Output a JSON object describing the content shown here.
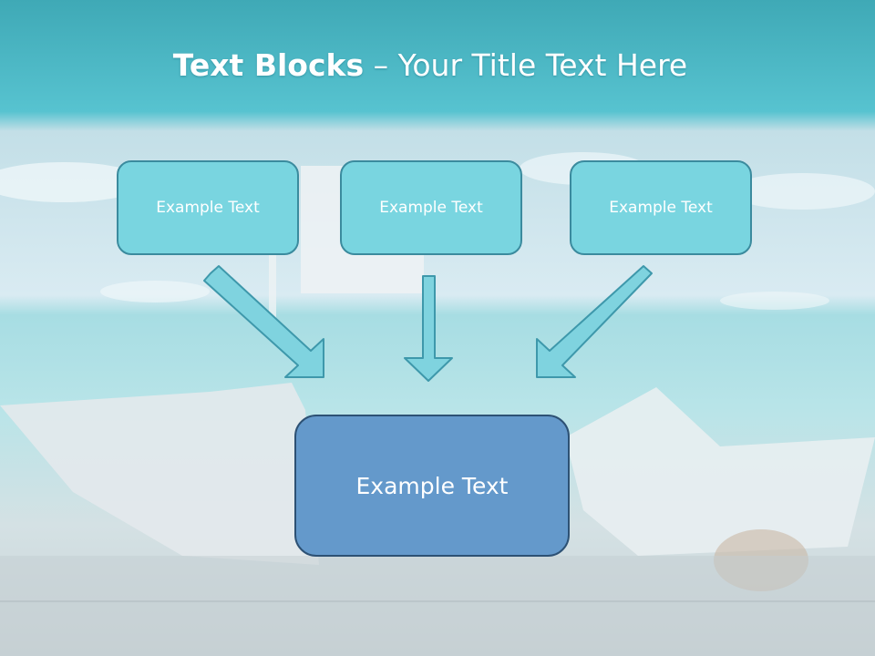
{
  "title": {
    "bold": "Text Blocks",
    "rest": " – Your Title Text Here"
  },
  "boxes": {
    "left": "Example Text",
    "center": "Example Text",
    "right": "Example Text",
    "main": "Example Text"
  },
  "colors": {
    "top_box_fill": "#79d5e0",
    "top_box_border": "#3b8b9e",
    "main_box_fill": "#6499cb",
    "main_box_border": "#2d5174",
    "arrow_fill": "#7fd3df",
    "arrow_stroke": "#3e98ab",
    "header_band": "#54bfcc"
  }
}
